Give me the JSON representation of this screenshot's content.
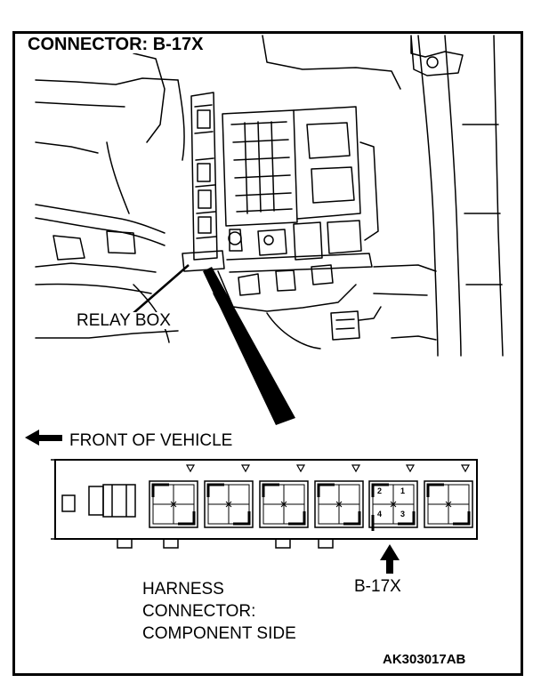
{
  "title": "CONNECTOR: B-17X",
  "labels": {
    "relay_box": "RELAY BOX",
    "front_of_vehicle": "FRONT OF VEHICLE",
    "harness_line1": "HARNESS",
    "harness_line2": "CONNECTOR:",
    "harness_line3": "COMPONENT SIDE",
    "connector_pointer": "B-17X",
    "figure_code": "AK303017AB"
  },
  "connector_pins": [
    "2",
    "1",
    "4",
    "3"
  ],
  "icons": [
    "left-arrow-icon",
    "up-arrow-icon",
    "triangle-marker-icon"
  ]
}
